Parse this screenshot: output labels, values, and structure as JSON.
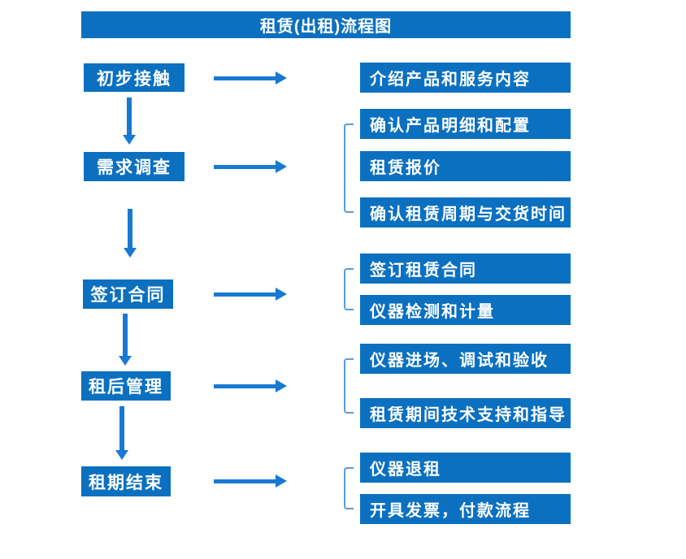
{
  "title": "租赁(出租)流程图",
  "colors": {
    "box_blue": "#0b70c0",
    "arrow_blue": "#1779d2",
    "bracket_blue": "#5b9bd5",
    "text_white": "#ffffff",
    "background": "#ffffff"
  },
  "steps": [
    {
      "label": "初步接触",
      "outputs": [
        "介绍产品和服务内容"
      ]
    },
    {
      "label": "需求调查",
      "outputs": [
        "确认产品明细和配置",
        "租赁报价",
        "确认租赁周期与交货时间"
      ]
    },
    {
      "label": "签订合同",
      "outputs": [
        "签订租赁合同",
        "仪器检测和计量"
      ]
    },
    {
      "label": "租后管理",
      "outputs": [
        "仪器进场、调试和验收",
        "租赁期间技术支持和指导"
      ]
    },
    {
      "label": "租期结束",
      "outputs": [
        "仪器退租",
        "开具发票，付款流程"
      ]
    }
  ]
}
